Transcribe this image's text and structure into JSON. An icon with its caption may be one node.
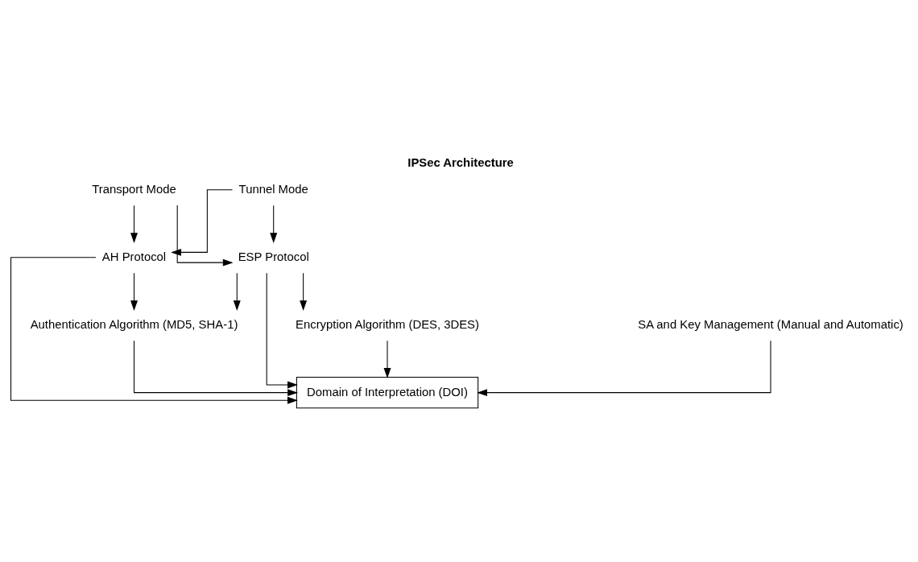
{
  "diagram": {
    "title": "IPSec Architecture",
    "nodes": [
      {
        "text": [
          "Transport Mode"
        ]
      },
      {
        "text": [
          "Tunnel Mode"
        ]
      },
      {
        "text": [
          "AH Protocol"
        ]
      },
      {
        "text": [
          "ESP Protocol"
        ]
      },
      {
        "text": [
          "Authentication Algorithm (MD5, SHA-1)"
        ]
      },
      {
        "text": [
          "Encryption Algorithm (DES, 3DES)"
        ]
      },
      {
        "text": [
          "Domain of Interpretation (DOI)"
        ]
      },
      {
        "text": [
          "SA and Key Management (Manual and Automatic)"
        ]
      }
    ],
    "edges": [
      {
        "from": 0,
        "to": 2,
        "arrow": "to"
      },
      {
        "from": 0,
        "to": 3,
        "arrow": "to"
      },
      {
        "from": 1,
        "to": 2,
        "arrow": "to"
      },
      {
        "from": 1,
        "to": 3,
        "arrow": "to"
      },
      {
        "from": 2,
        "to": 4,
        "arrow": "to"
      },
      {
        "from": 3,
        "to": 4,
        "arrow": "to"
      },
      {
        "from": 3,
        "to": 5,
        "arrow": "to"
      },
      {
        "from": 2,
        "to": 6,
        "arrow": "to"
      },
      {
        "from": 4,
        "to": 6,
        "arrow": "to"
      },
      {
        "from": 5,
        "to": 6,
        "arrow": "to"
      },
      {
        "from": 3,
        "to": 6,
        "arrow": "to"
      },
      {
        "from": 7,
        "to": 6,
        "arrow": "to"
      }
    ]
  }
}
